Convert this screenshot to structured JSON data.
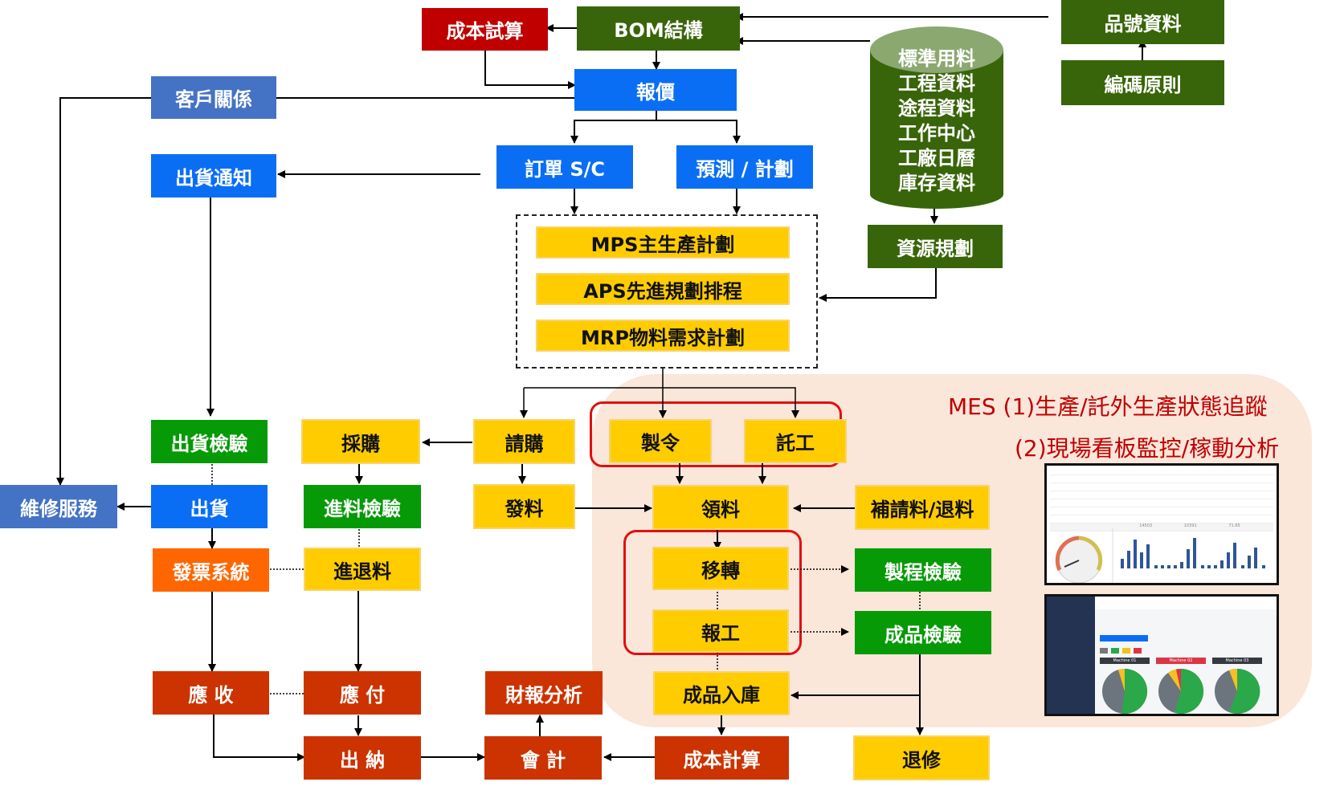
{
  "diagram": {
    "top": {
      "cost_trial": "成本試算",
      "bom": "BOM結構",
      "quotation": "報價",
      "part_number_data": "品號資料",
      "coding_rules": "編碼原則",
      "customer_relations": "客戶關係",
      "shipping_notice": "出貨通知",
      "sales_order": "訂單 S/C",
      "forecast_plan": "預測 / 計劃"
    },
    "database": {
      "items": [
        "標準用料",
        "工程資料",
        "途程資料",
        "工作中心",
        "工廠日曆",
        "庫存資料"
      ],
      "resource_planning": "資源規劃"
    },
    "planning": {
      "mps": "MPS主生產計劃",
      "aps": "APS先進規劃排程",
      "mrp": "MRP物料需求計劃"
    },
    "mes": {
      "title_line1": "MES   (1)生產/託外生產狀態追蹤",
      "title_line2": "(2)現場看板監控/稼動分析",
      "work_order": "製令",
      "outsourcing": "託工",
      "material_issue": "領料",
      "supplement_return": "補請料/退料",
      "transfer": "移轉",
      "work_report": "報工",
      "process_inspection": "製程檢驗",
      "finished_inspection": "成品檢驗",
      "finished_warehousing": "成品入庫"
    },
    "procurement": {
      "purchase_request": "請購",
      "purchasing": "採購",
      "material_dispatch": "發料",
      "incoming_inspection": "進料檢驗",
      "receipt_return": "進退料"
    },
    "sales": {
      "shipping_inspection": "出貨檢驗",
      "shipping": "出貨",
      "repair_service": "維修服務",
      "invoice_system": "發票系統"
    },
    "finance": {
      "receivable": "應 收",
      "payable": "應 付",
      "cashier": "出 納",
      "accounting": "會 計",
      "financial_analysis": "財報分析",
      "cost_calculation": "成本計算"
    },
    "rework": "退修",
    "thumbnails": {
      "dashboard_machines": [
        "Machine 01",
        "Machine 02",
        "Machine 03"
      ],
      "table_summary": [
        "14503",
        "10391",
        "71.65"
      ]
    }
  },
  "colors": {
    "blue": "#0a6ef5",
    "steel_blue": "#4472c4",
    "dark_green": "#386509",
    "green": "#069a06",
    "red": "#c00000",
    "rust": "#cc3300",
    "orange": "#ff6600",
    "yellow": "#ffcc00",
    "mes_background": "#fbe6da"
  }
}
